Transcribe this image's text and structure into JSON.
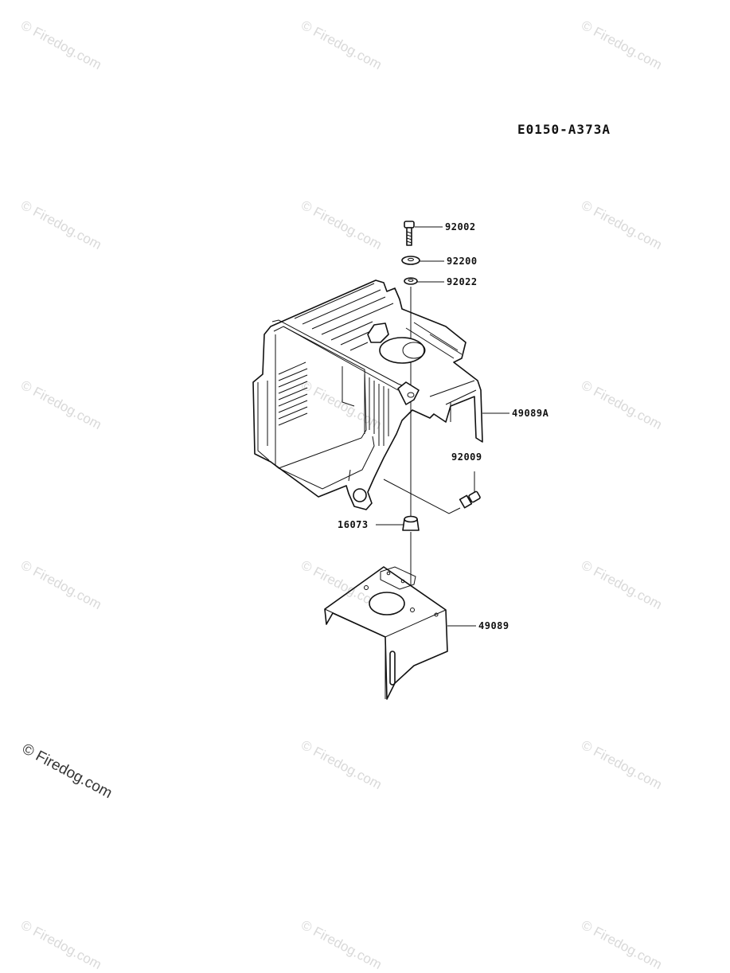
{
  "diagram": {
    "code": "E0150-A373A",
    "parts": [
      {
        "number": "92002"
      },
      {
        "number": "92200"
      },
      {
        "number": "92022"
      },
      {
        "number": "49089A"
      },
      {
        "number": "92009"
      },
      {
        "number": "16073"
      },
      {
        "number": "49089"
      }
    ]
  },
  "watermark": {
    "text": "© Firedog.com"
  }
}
